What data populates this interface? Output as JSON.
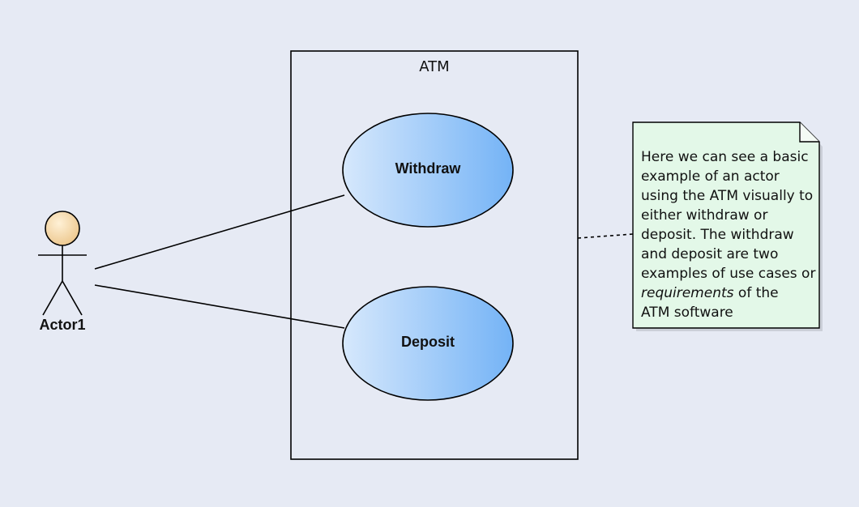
{
  "diagram": {
    "system": {
      "title": "ATM"
    },
    "use_cases": [
      {
        "label": "Withdraw"
      },
      {
        "label": "Deposit"
      }
    ],
    "actor": {
      "label": "Actor1"
    },
    "note": {
      "lines": [
        "Here we can see a basic",
        "example of an actor",
        "using the ATM visually to",
        "either withdraw or",
        "deposit. The withdraw",
        "and deposit are two",
        "examples of use cases or"
      ],
      "italic_word": "requirements",
      "after_italic": " of the",
      "last_line": "ATM software"
    },
    "colors": {
      "background": "#e6eaf4",
      "use_case_fill_start": "#cfe3fb",
      "use_case_fill_end": "#7ab8f7",
      "actor_head": "#f5d9a6",
      "note_fill": "#e3f8e8"
    }
  }
}
